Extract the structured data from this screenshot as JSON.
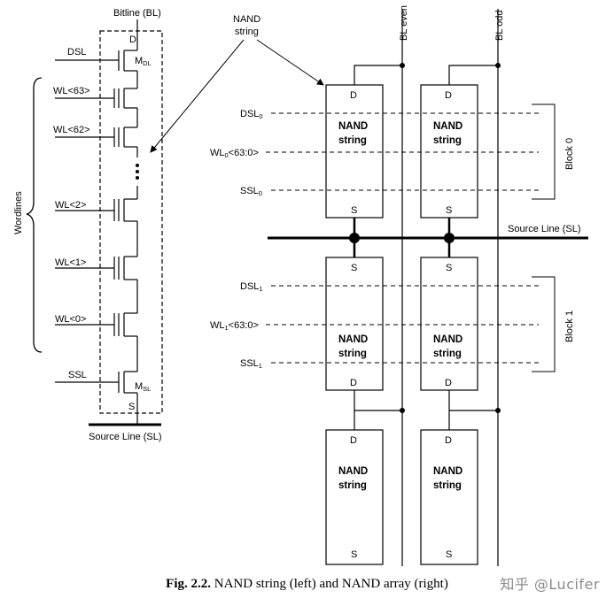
{
  "left": {
    "bitline": "Bitline (BL)",
    "d": "D",
    "dsl": "DSL",
    "mdl_main": "M",
    "mdl_sub": "DL",
    "wl63": "WL<63>",
    "wl62": "WL<62>",
    "wl2": "WL<2>",
    "wl1": "WL<1>",
    "wl0": "WL<0>",
    "ssl": "SSL",
    "msl_main": "M",
    "msl_sub": "SL",
    "s": "S",
    "source_line": "Source Line (SL)",
    "wordlines": "Wordlines"
  },
  "right": {
    "nand_callout_1": "NAND",
    "nand_callout_2": "string",
    "bl_even": "BL even",
    "bl_odd": "BL odd",
    "dsl0_main": "DSL",
    "dsl0_sub": "0",
    "wl0_main": "WL",
    "wl0_sub": "0",
    "wl0_tail": "<63:0>",
    "ssl0_main": "SSL",
    "ssl0_sub": "0",
    "dsl1_main": "DSL",
    "dsl1_sub": "1",
    "wl1_main": "WL",
    "wl1_sub": "1",
    "wl1_tail": "<63:0>",
    "ssl1_main": "SSL",
    "ssl1_sub": "1",
    "block0": "Block 0",
    "block1": "Block 1",
    "source_line": "Source Line (SL)",
    "nand_label": "NAND",
    "string_label": "string",
    "d": "D",
    "s": "S"
  },
  "caption": {
    "prefix": "Fig. 2.2.",
    "text": " NAND string (left) and NAND array (right)"
  },
  "watermark": "知乎 @Lucifer"
}
